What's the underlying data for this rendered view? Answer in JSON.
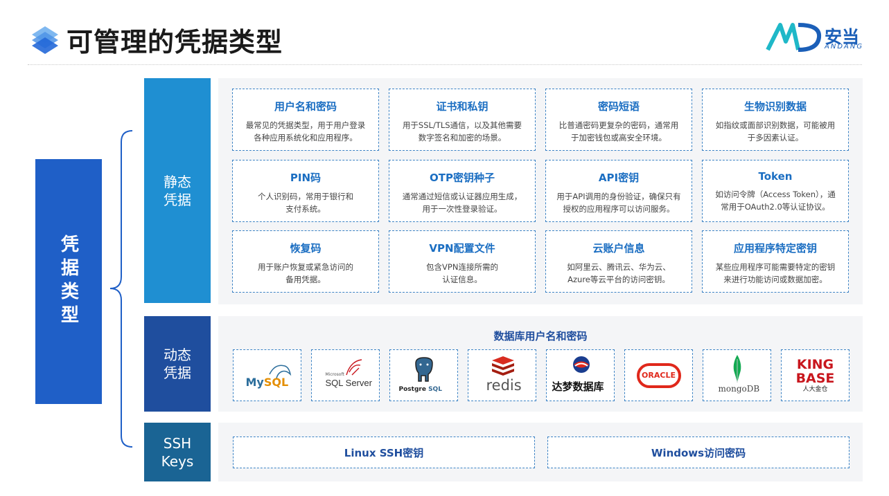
{
  "title": "可管理的凭据类型",
  "logo": {
    "name": "安当",
    "sub": "ANDANG"
  },
  "root_label": "凭据类型",
  "categories": {
    "static": {
      "line1": "静态",
      "line2": "凭据"
    },
    "dynamic": {
      "line1": "动态",
      "line2": "凭据"
    },
    "ssh": {
      "line1": "SSH",
      "line2": "Keys"
    }
  },
  "static_cards": [
    {
      "title": "用户名和密码",
      "line1": "最常见的凭据类型，用于用户登录",
      "line2": "各种应用系统化和应用程序。"
    },
    {
      "title": "证书和私钥",
      "line1": "用于SSL/TLS通信，以及其他需要",
      "line2": "数字签名和加密的场景。"
    },
    {
      "title": "密码短语",
      "line1": "比普通密码更复杂的密码，通常用",
      "line2": "于加密钱包或高安全环境。"
    },
    {
      "title": "生物识别数据",
      "line1": "如指纹或面部识别数据，可能被用",
      "line2": "于多因素认证。"
    },
    {
      "title": "PIN码",
      "line1": "个人识别码，常用于银行和",
      "line2": "支付系统。"
    },
    {
      "title": "OTP密钥种子",
      "line1": "通常通过短信或认证器应用生成，",
      "line2": "用于一次性登录验证。"
    },
    {
      "title": "API密钥",
      "line1": "用于API调用的身份验证，确保只有",
      "line2": "授权的应用程序可以访问服务。"
    },
    {
      "title": "Token",
      "line1": "如访问令牌（Access Token），通",
      "line2": "常用于OAuth2.0等认证协议。"
    },
    {
      "title": "恢复码",
      "line1": "用于账户恢复或紧急访问的",
      "line2": "备用凭据。"
    },
    {
      "title": "VPN配置文件",
      "line1": "包含VPN连接所需的",
      "line2": "认证信息。"
    },
    {
      "title": "云账户信息",
      "line1": "如阿里云、腾讯云、华为云、",
      "line2": "Azure等云平台的访问密钥。"
    },
    {
      "title": "应用程序特定密钥",
      "line1": "某些应用程序可能需要特定的密钥",
      "line2": "来进行功能访问或数据加密。"
    }
  ],
  "dynamic": {
    "title": "数据库用户名和密码",
    "logos": [
      {
        "name": "mysql",
        "text_a": "My",
        "text_b": "SQL",
        "color_a": "#2c6e9c",
        "color_b": "#e48e00"
      },
      {
        "name": "sqlserver",
        "small": "Microsoft",
        "text": "SQL Server",
        "color": "#333333"
      },
      {
        "name": "postgresql",
        "text_a": "Postgre",
        "text_b": "SQL",
        "color_a": "#222222",
        "color_b": "#336791"
      },
      {
        "name": "redis",
        "text": "redis",
        "color": "#555555"
      },
      {
        "name": "dameng",
        "text": "达梦数据库",
        "color": "#111111"
      },
      {
        "name": "oracle",
        "text": "ORACLE",
        "color": "#e0281b"
      },
      {
        "name": "mongodb",
        "text": "mongoDB",
        "color": "#444444"
      },
      {
        "name": "kingbase",
        "text_a": "KING",
        "text_b": "BASE",
        "sub": "人大金仓",
        "color": "#c8161d"
      }
    ]
  },
  "ssh": {
    "linux": "Linux SSH密钥",
    "windows": "Windows访问密码"
  },
  "colors": {
    "static": "#1f8fd2",
    "dynamic": "#1f4e9e",
    "ssh": "#1a6494",
    "root": "#1f5fc7",
    "accent": "#3b82c4"
  }
}
